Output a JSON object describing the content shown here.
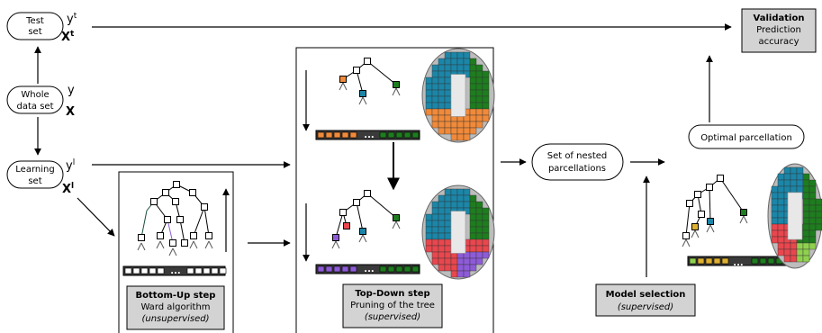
{
  "nodes": {
    "test_set": {
      "line1": "Test",
      "line2": "set"
    },
    "whole_data_set": {
      "line1": "Whole",
      "line2": "data set"
    },
    "learning_set": {
      "line1": "Learning",
      "line2": "set"
    },
    "nested_parcellations": {
      "line1": "Set of nested",
      "line2": "parcellations"
    },
    "optimal_parcellation": {
      "label": "Optimal parcellation"
    }
  },
  "variables": {
    "y_test": "y",
    "y_test_sup": "t",
    "x_test": "X",
    "x_test_sup": "t",
    "y_whole": "y",
    "x_whole": "X",
    "y_learn": "y",
    "y_learn_sup": "l",
    "x_learn": "X",
    "x_learn_sup": "l"
  },
  "boxes": {
    "validation": {
      "title": "Validation",
      "line2": "Prediction",
      "line3": "accuracy"
    },
    "bottom_up": {
      "title": "Bottom-Up step",
      "line2": "Ward algorithm",
      "line3": "(unsupervised)"
    },
    "top_down": {
      "title": "Top-Down step",
      "line2": "Pruning of the tree",
      "line3": "(supervised)"
    },
    "model_selection": {
      "title": "Model selection",
      "line2": "(supervised)"
    }
  },
  "bar_ellipsis": "...",
  "colors": {
    "orange": "#f08a3a",
    "blue": "#1b86a8",
    "green": "#1e7d1e",
    "red": "#e8474e",
    "purple": "#8e5bd8",
    "lime": "#8fd14f",
    "gold": "#e0b030",
    "box_fill": "#d3d3d3",
    "brain_gray": "#bdbdbd",
    "edge_dark": "#1a4d3a"
  }
}
